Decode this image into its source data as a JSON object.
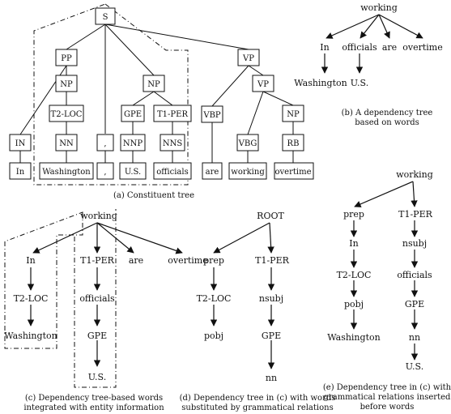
{
  "panel_a": {
    "root": "S",
    "pp": "PP",
    "np_pp": "NP",
    "t2loc": "T2-LOC",
    "nn": "NN",
    "in_tag": "IN",
    "in_word": "In",
    "washington": "Washington",
    "comma_tag": ",",
    "comma_word": ",",
    "np_mid": "NP",
    "gpe": "GPE",
    "t1per": "T1-PER",
    "nnp": "NNP",
    "nns": "NNS",
    "us": "U.S.",
    "officials": "officials",
    "vp": "VP",
    "vbp": "VBP",
    "are": "are",
    "vp2": "VP",
    "vbg": "VBG",
    "working": "working",
    "np_vp": "NP",
    "rb": "RB",
    "overtime": "overtime",
    "caption": "(a)  Constituent tree"
  },
  "panel_b": {
    "root": "working",
    "in": "In",
    "officials": "officials",
    "are": "are",
    "overtime": "overtime",
    "washington": "Washington",
    "us": "U.S.",
    "caption_1": "(b)  A dependency tree",
    "caption_2": "based on words"
  },
  "panel_c": {
    "root": "working",
    "in": "In",
    "t1per": "T1-PER",
    "are": "are",
    "overtime": "overtime",
    "t2loc": "T2-LOC",
    "officials": "officials",
    "washington": "Washington",
    "gpe": "GPE",
    "us": "U.S.",
    "caption_1": "(c)  Dependency tree-based words",
    "caption_2": "integrated with entity information"
  },
  "panel_d": {
    "root": "ROOT",
    "prep": "prep",
    "t1per": "T1-PER",
    "t2loc": "T2-LOC",
    "nsubj": "nsubj",
    "pobj": "pobj",
    "gpe": "GPE",
    "nn": "nn",
    "caption_1": "(d)  Dependency tree in (c) with words",
    "caption_2": "substituted by grammatical relations"
  },
  "panel_e": {
    "root": "working",
    "prep": "prep",
    "t1per": "T1-PER",
    "in": "In",
    "nsubj": "nsubj",
    "t2loc": "T2-LOC",
    "officials": "officials",
    "pobj": "pobj",
    "gpe": "GPE",
    "washington": "Washington",
    "nn": "nn",
    "us": "U.S.",
    "caption_1": "(e)  Dependency tree in (c) with",
    "caption_2": "grammatical relations inserted",
    "caption_3": "before words"
  }
}
